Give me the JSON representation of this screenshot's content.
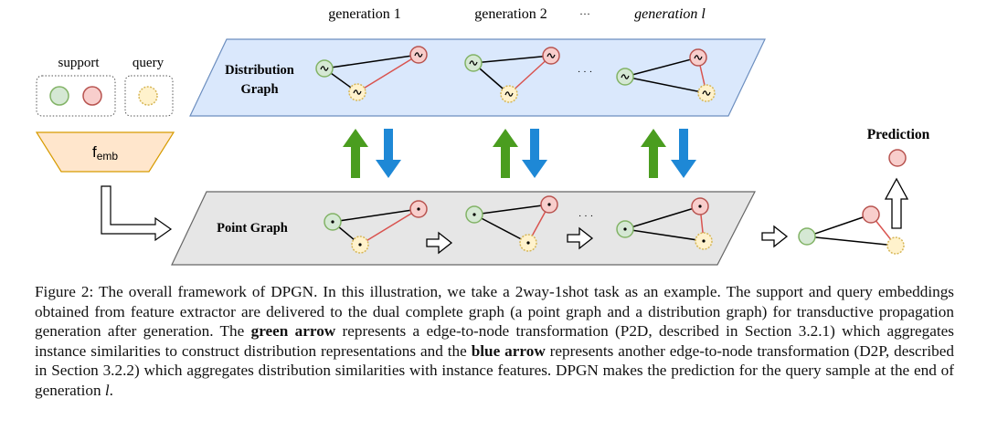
{
  "figure": {
    "generations": [
      "generation 1",
      "generation 2",
      "generation l"
    ],
    "gen_ellipsis": "···",
    "legend": {
      "support": "support",
      "query": "query"
    },
    "embedding": {
      "label": "f",
      "sub": "emb"
    },
    "distribution_graph": {
      "line1": "Distribution",
      "line2": "Graph"
    },
    "point_graph": "Point Graph",
    "prediction": "Prediction",
    "ellipsis": "· · ·",
    "colors": {
      "distribution_plane": "#dae8fc",
      "distribution_stroke": "#6c8ebf",
      "point_plane": "#e6e6e6",
      "point_stroke": "#666666",
      "support_green": "#d5e8d4",
      "green_stroke": "#82b366",
      "support_red": "#f8cecc",
      "red_stroke": "#b85450",
      "query_yellow": "#fff2cc",
      "yellow_stroke": "#d6b656",
      "embedding_fill": "#ffe6cc",
      "embedding_stroke": "#d79b00",
      "p2d_arrow": "#4a9d1f",
      "d2p_arrow": "#1e88d6"
    }
  },
  "caption": {
    "p1": "Figure 2: The overall framework of DPGN. In this illustration, we take a 2way-1shot task as an example. The support and query embeddings obtained from feature extractor are delivered to the dual complete graph (a point graph and a distribution graph) for transductive propagation generation after generation. The ",
    "green_arrow": "green arrow",
    "p2": " represents a edge-to-node transformation (P2D, described in Section 3.2.1) which aggregates instance similarities to construct distribution representations and the ",
    "blue_arrow": "blue arrow",
    "p3": " represents another edge-to-node transformation (D2P, described in Section 3.2.2) which aggregates distribution similarities with instance features. DPGN makes the prediction for the query sample at the end of generation ",
    "p3_italic": "l",
    "p4": "."
  }
}
